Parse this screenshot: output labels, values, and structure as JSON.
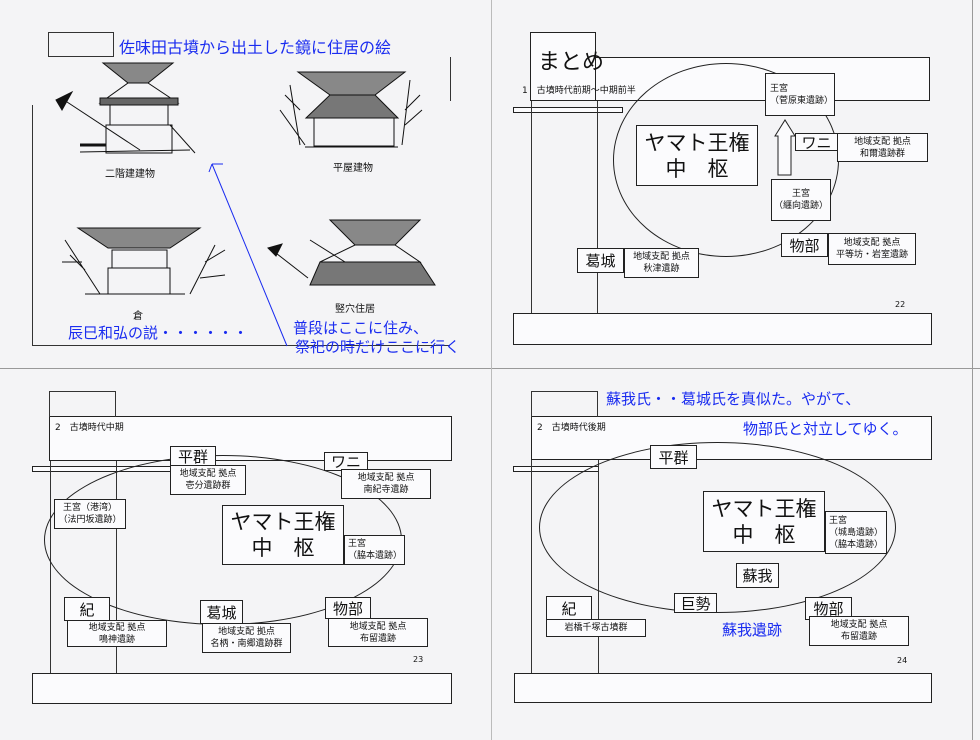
{
  "panel1": {
    "title": "佐味田古墳から出土した鏡に住居の絵",
    "houses": [
      "二階建建物",
      "平屋建物",
      "倉",
      "竪穴住居"
    ],
    "note_left": "辰巳和弘の説・・・・・・",
    "note_right_1": "普段はここに住み、",
    "note_right_2": "祭祀の時だけここに行く"
  },
  "panel2": {
    "heading": "まとめ",
    "subtitle": "1　古墳時代前期～中期前半",
    "core_1": "ヤマト王権",
    "core_2": "中　枢",
    "palace_top_1": "王宮",
    "palace_top_2": "（菅原東遺跡）",
    "palace_mid_1": "王宮",
    "palace_mid_2": "（纒向遺跡）",
    "wani": "ワニ",
    "wani_base_1": "地域支配 拠点",
    "wani_base_2": "和爾遺跡群",
    "mononobe": "物部",
    "mononobe_base_1": "地域支配 拠点",
    "mononobe_base_2": "平等坊・岩室遺跡",
    "katsuragi": "葛城",
    "katsuragi_base_1": "地域支配 拠点",
    "katsuragi_base_2": "秋津遺跡",
    "page": "22"
  },
  "panel3": {
    "subtitle": "2　古墳時代中期",
    "core_1": "ヤマト王権",
    "core_2": "中　枢",
    "heguri": "平群",
    "heguri_base_1": "地域支配 拠点",
    "heguri_base_2": "壱分遺跡群",
    "wani": "ワニ",
    "wani_base_1": "地域支配 拠点",
    "wani_base_2": "南紀寺遺跡",
    "port_palace_1": "王宮（港湾）",
    "port_palace_2": "（法円坂遺跡）",
    "palace_1": "王宮",
    "palace_2": "（脇本遺跡）",
    "ki": "紀",
    "ki_base_1": "地域支配 拠点",
    "ki_base_2": "鳴神遺跡",
    "katsuragi": "葛城",
    "katsuragi_base_1": "地域支配 拠点",
    "katsuragi_base_2": "名柄・南郷遺跡群",
    "mononobe": "物部",
    "mononobe_base_1": "地域支配 拠点",
    "mononobe_base_2": "布留遺跡",
    "page": "23"
  },
  "panel4": {
    "note_1": "蘇我氏・・葛城氏を真似た。やがて、",
    "note_2": "物部氏と対立してゆく。",
    "subtitle": "2　古墳時代後期",
    "core_1": "ヤマト王権",
    "core_2": "中　枢",
    "heguri": "平群",
    "palace_1": "王宮",
    "palace_2": "（城島遺跡）",
    "palace_3": "（脇本遺跡）",
    "soga": "蘇我",
    "kose": "巨勢",
    "ki": "紀",
    "ki_base": "岩橋千塚古墳群",
    "mononobe": "物部",
    "mononobe_base_1": "地域支配 拠点",
    "mononobe_base_2": "布留遺跡",
    "soga_site": "蘇我遺跡",
    "page": "24"
  }
}
